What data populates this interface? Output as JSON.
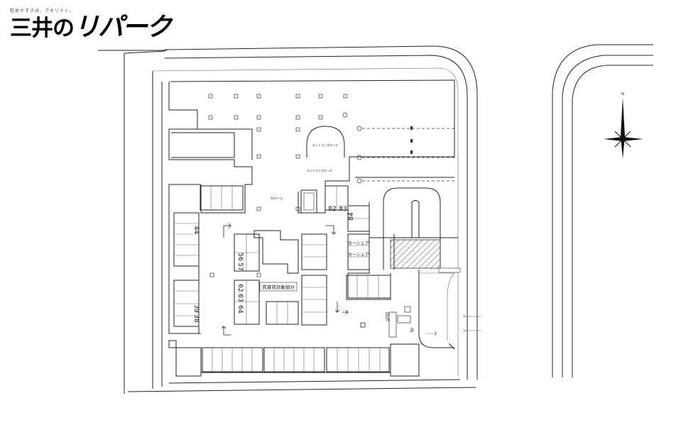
{
  "header": {
    "tagline": "駐めやすさは、クオリティ。",
    "logo_prefix": "三井の",
    "logo_brand": "リパーク"
  },
  "plan": {
    "hall_top": "エントランスホール",
    "hall_mid": "エントランスホール",
    "elevator_hall": "EVホール",
    "rental_notice": "賃貸賃対象部分",
    "car_share_1": "カーシェア",
    "car_share_2": "カーシェア",
    "out_label": "OUT",
    "in_label": "IN",
    "compass_label": "N",
    "stalls": {
      "s82": "82",
      "s83": "83",
      "s84": "84",
      "s44": "44",
      "s56": "56",
      "s57": "57",
      "s62": "62",
      "s63": "63",
      "s64": "64",
      "s38": "38",
      "s39": "39"
    }
  },
  "colors": {
    "line": "#222222",
    "hatch": "#444444",
    "background": "#ffffff"
  }
}
